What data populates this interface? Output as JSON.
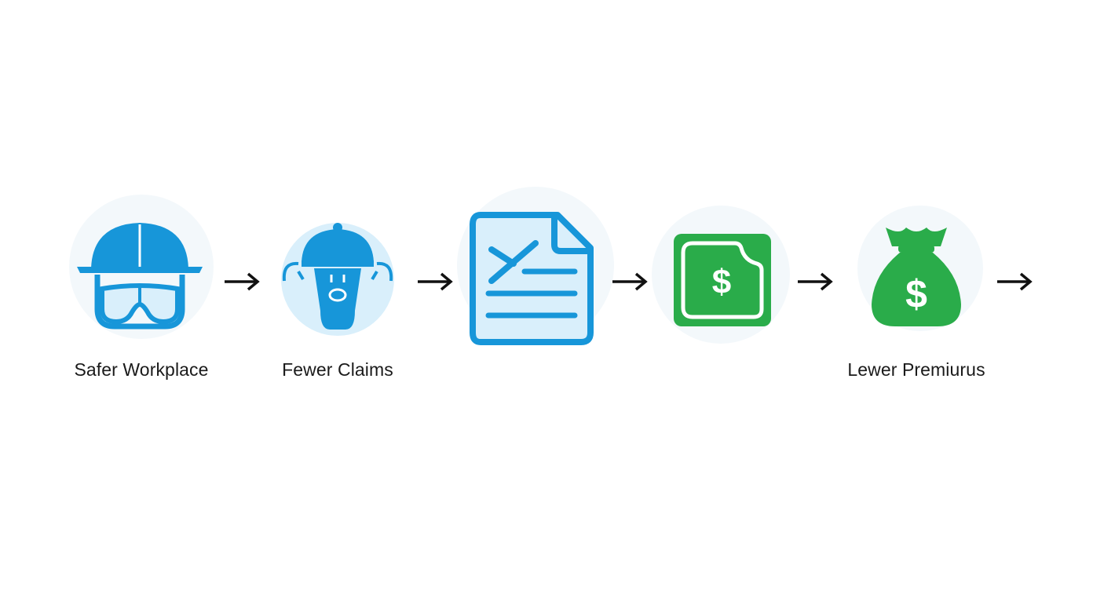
{
  "diagram": {
    "steps": [
      {
        "label": "Safer Workplace",
        "icon": "hard-hat-goggles-icon"
      },
      {
        "label": "Fewer Claims",
        "icon": "hard-hat-worker-icon"
      },
      {
        "label": "",
        "icon": "document-icon"
      },
      {
        "label": "",
        "icon": "dollar-bill-icon"
      },
      {
        "label": "Lewer Premiurus",
        "icon": "money-bag-icon"
      }
    ],
    "colors": {
      "blue": "#1796d9",
      "light_blue": "#d9effb",
      "green": "#2aac4a",
      "arrow": "#111111"
    }
  }
}
